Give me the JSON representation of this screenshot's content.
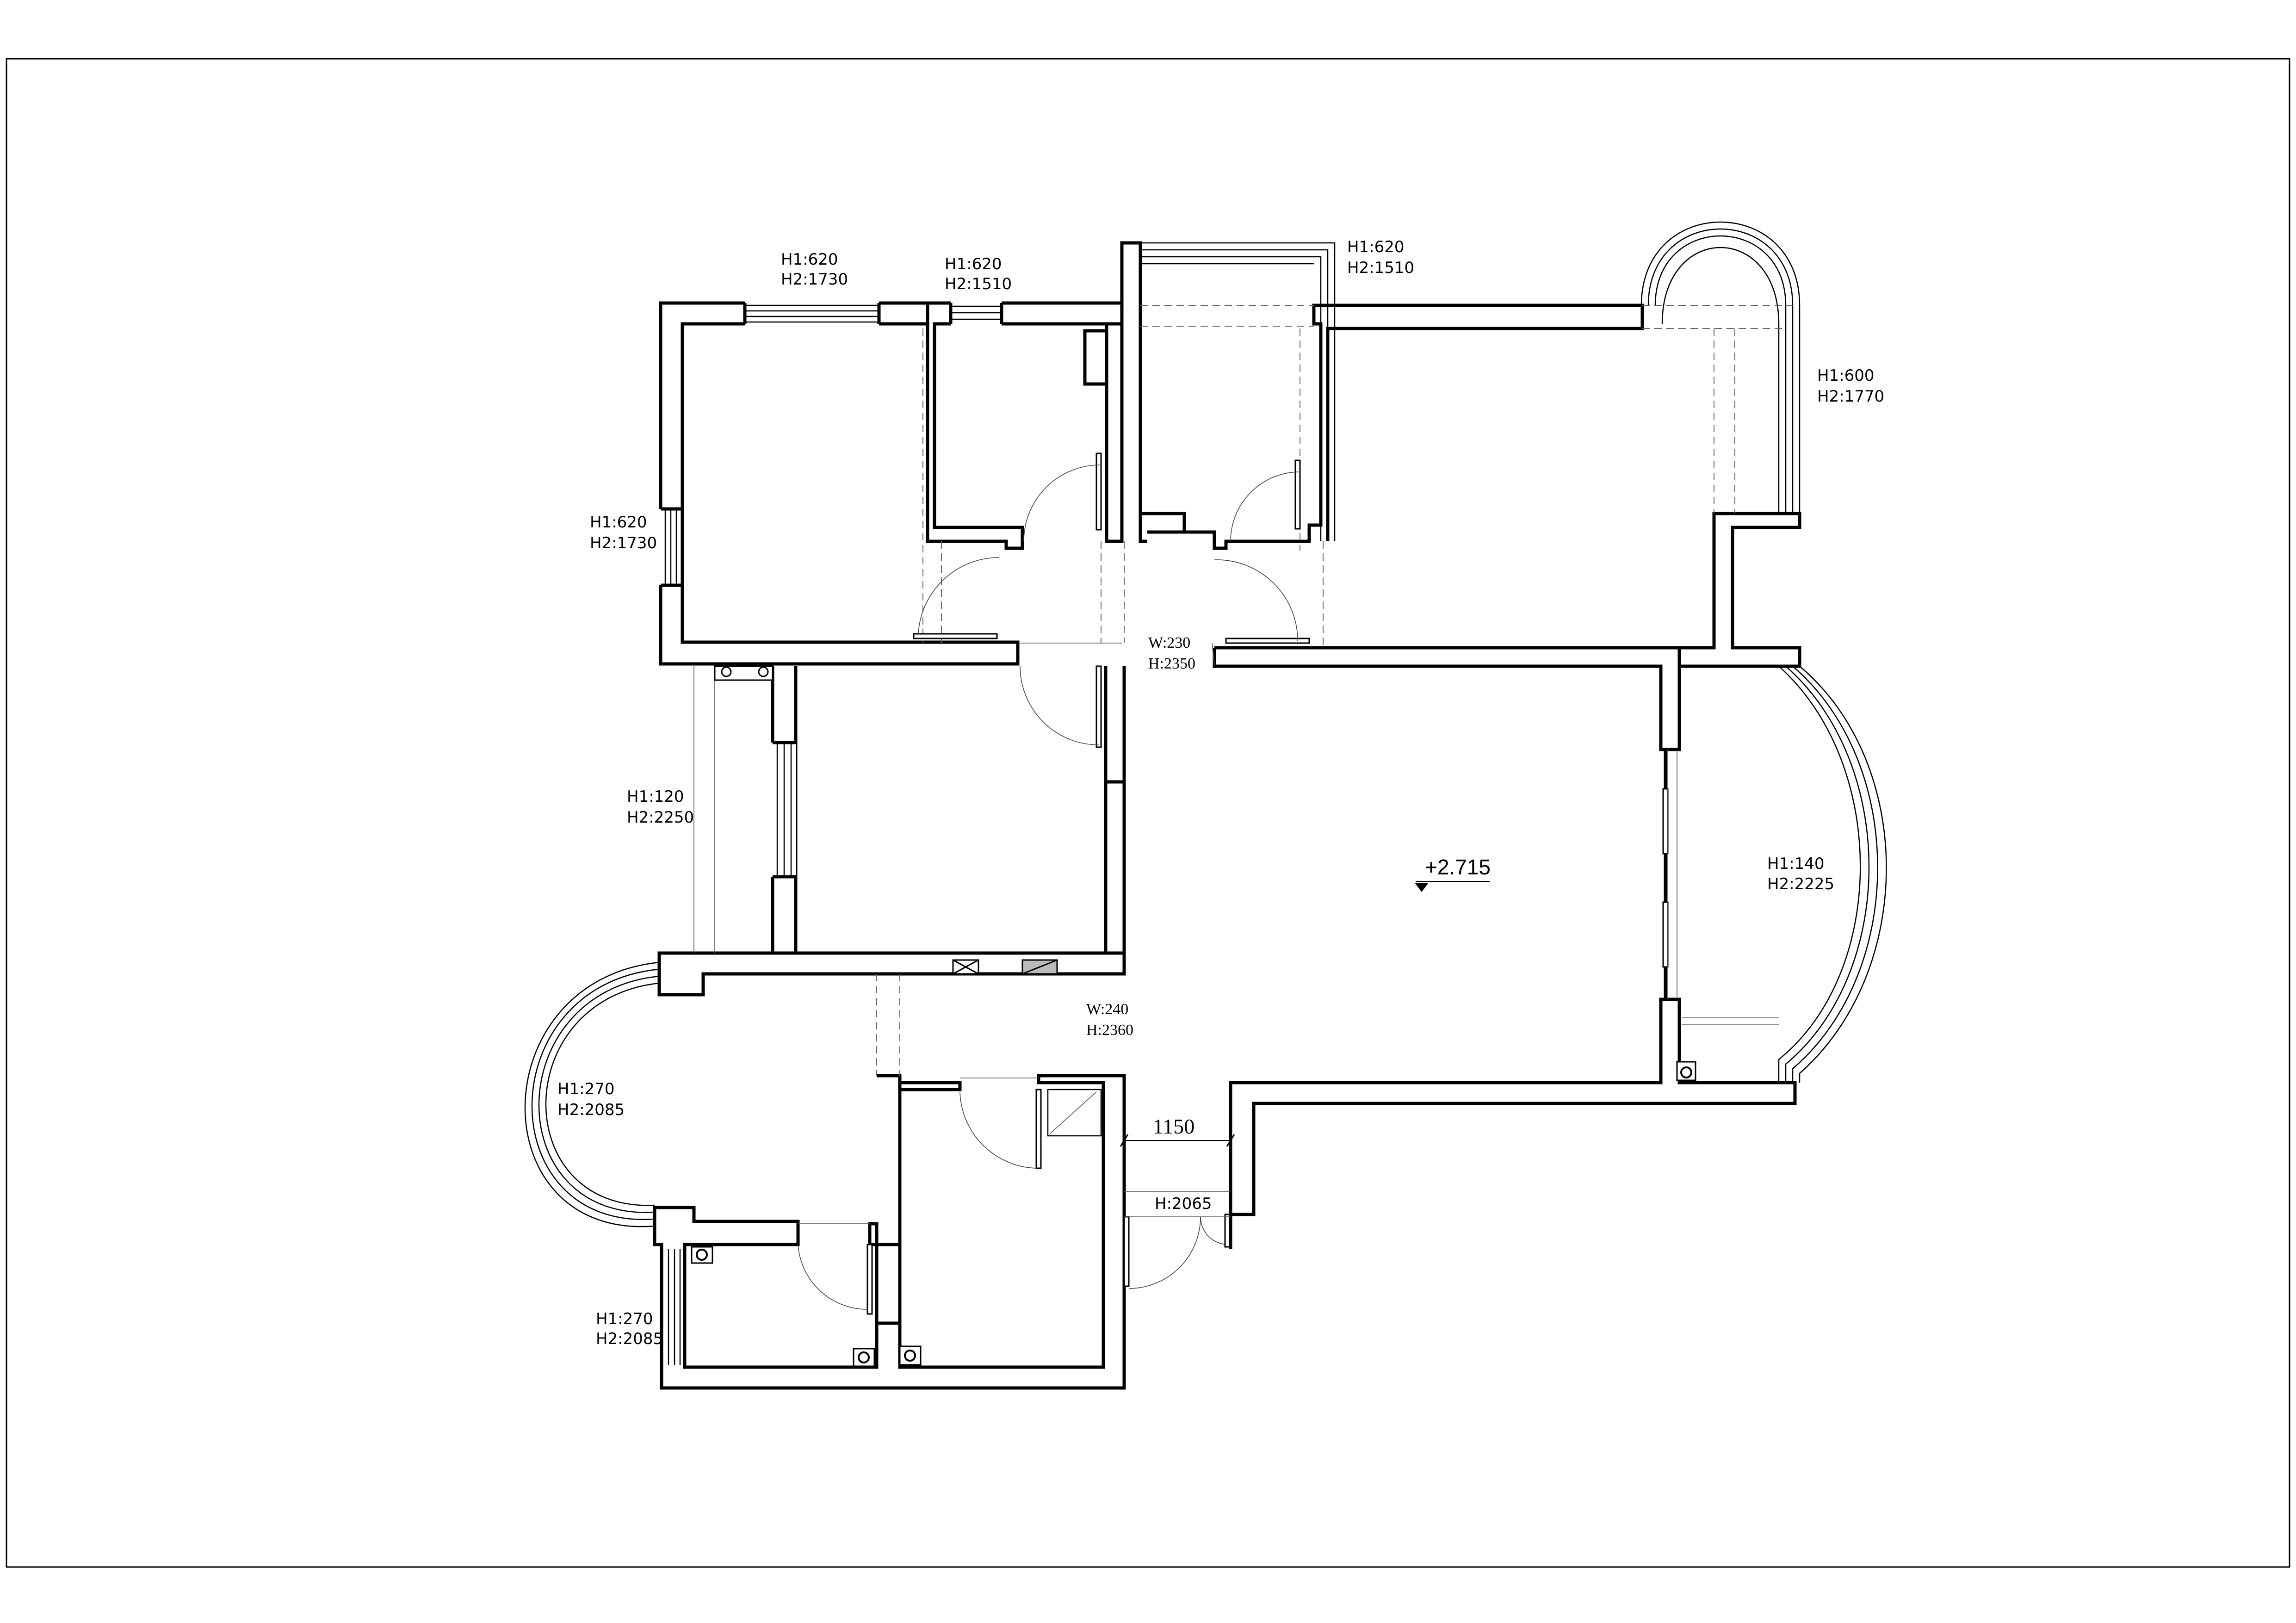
{
  "drawing": {
    "elevation_mark": "+2.715",
    "dimension_label": "1150",
    "annotations": [
      {
        "id": "win-bedroom-top",
        "h1": "H1:620",
        "h2": "H2:1730"
      },
      {
        "id": "win-study-top",
        "h1": "H1:620",
        "h2": "H2:1510"
      },
      {
        "id": "win-balcony-top",
        "h1": "H1:620",
        "h2": "H2:1510"
      },
      {
        "id": "win-bay-top-right",
        "h1": "H1:600",
        "h2": "H2:1770"
      },
      {
        "id": "win-bedroom-left",
        "h1": "H1:620",
        "h2": "H2:1730"
      },
      {
        "id": "win-left-mid",
        "h1": "H1:120",
        "h2": "H2:2250"
      },
      {
        "id": "win-bay-right",
        "h1": "H1:140",
        "h2": "H2:2225"
      },
      {
        "id": "win-bay-left",
        "h1": "H1:270",
        "h2": "H2:2085"
      },
      {
        "id": "win-bottom-left",
        "h1": "H1:270",
        "h2": "H2:2085"
      }
    ],
    "openings": [
      {
        "id": "opening-hall-top",
        "w": "W:230",
        "h": "H:2350"
      },
      {
        "id": "opening-hall-mid",
        "w": "W:240",
        "h": "H:2360"
      },
      {
        "id": "opening-entry",
        "h": "H:2065"
      }
    ]
  }
}
